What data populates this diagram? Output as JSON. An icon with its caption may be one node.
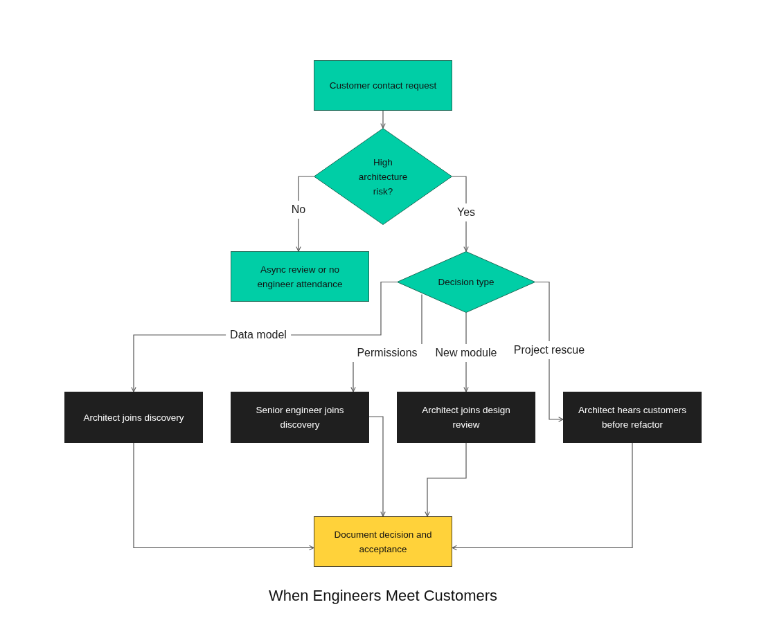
{
  "diagram": {
    "caption": "When Engineers Meet Customers",
    "nodes": [
      {
        "text": [
          "Customer contact request"
        ]
      },
      {
        "text": [
          "High architecture risk?"
        ]
      },
      {
        "text": [
          "Async review or no engineer attendance"
        ]
      },
      {
        "text": [
          "Decision type"
        ]
      },
      {
        "text": [
          "Architect joins discovery"
        ]
      },
      {
        "text": [
          "Senior engineer joins discovery"
        ]
      },
      {
        "text": [
          "Architect joins design review"
        ]
      },
      {
        "text": [
          "Architect hears customers before refactor"
        ]
      },
      {
        "text": [
          "Document decision and acceptance"
        ]
      }
    ],
    "edges": [
      {
        "from": 0,
        "to": 1,
        "arrow": "to"
      },
      {
        "from": 1,
        "to": 2,
        "arrow": "to",
        "label": "No"
      },
      {
        "from": 1,
        "to": 3,
        "arrow": "to",
        "label": "Yes"
      },
      {
        "from": 3,
        "to": 4,
        "arrow": "to",
        "label": "Data model"
      },
      {
        "from": 3,
        "to": 5,
        "arrow": "to",
        "label": "Permissions"
      },
      {
        "from": 3,
        "to": 6,
        "arrow": "to",
        "label": "New module"
      },
      {
        "from": 3,
        "to": 7,
        "arrow": "to",
        "label": "Project rescue"
      },
      {
        "from": 4,
        "to": 8,
        "arrow": "to"
      },
      {
        "from": 5,
        "to": 8,
        "arrow": "to"
      },
      {
        "from": 6,
        "to": 8,
        "arrow": "to"
      },
      {
        "from": 7,
        "to": 8,
        "arrow": "to"
      }
    ]
  }
}
